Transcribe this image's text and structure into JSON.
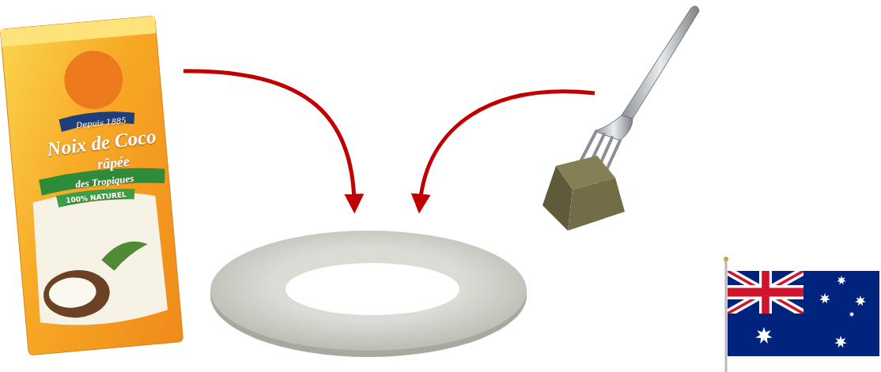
{
  "diagram": {
    "labels": [
      "Depuis 1885",
      "Noix de Coco",
      "râpée",
      "des Tropiques",
      "100% NATUREL"
    ]
  }
}
